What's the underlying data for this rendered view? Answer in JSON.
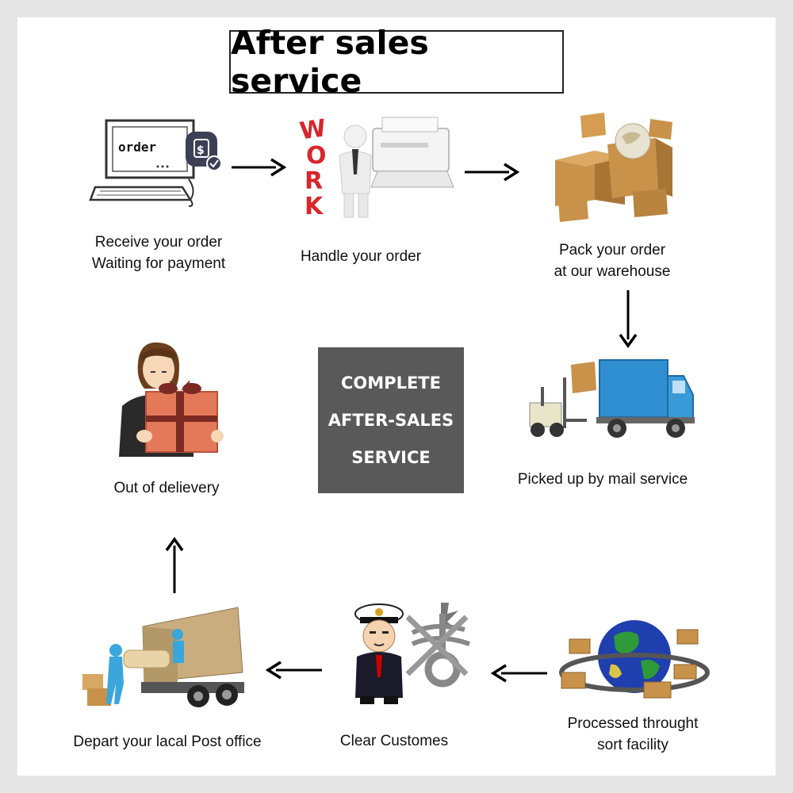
{
  "title": "After sales service",
  "center": {
    "line1": "COMPLETE",
    "line2": "AFTER-SALES",
    "line3": "SERVICE"
  },
  "steps": [
    {
      "line1": "Receive your order",
      "line2": "Waiting for payment",
      "icon": "computer-order-icon",
      "sign": "order"
    },
    {
      "line1": "Handle your order",
      "icon": "work-printer-icon",
      "sign": "WORK"
    },
    {
      "line1": "Pack your order",
      "line2": "at our warehouse",
      "icon": "boxes-globe-icon"
    },
    {
      "line1": "Picked up by mail service",
      "icon": "truck-forklift-icon"
    },
    {
      "line1": "Processed throught",
      "line2": "sort facility",
      "icon": "globe-trucks-icon"
    },
    {
      "line1": "Clear Customes",
      "icon": "customs-officer-icon"
    },
    {
      "line1": "Depart your lacal Post office",
      "icon": "delivery-truck-icon"
    },
    {
      "line1": "Out of delievery",
      "icon": "gift-receiver-icon"
    }
  ],
  "colors": {
    "box_brown": "#c8924a",
    "truck_blue": "#2f8fd1",
    "center_bg": "#595959",
    "work_red": "#d8262b"
  }
}
